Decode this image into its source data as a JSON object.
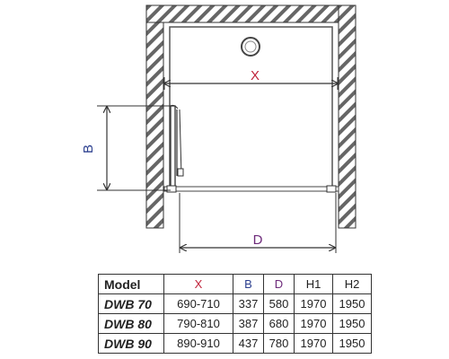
{
  "diagram": {
    "labels": {
      "x": "X",
      "b": "B",
      "d": "D"
    },
    "colors": {
      "x": "#c0243b",
      "b": "#2c3f8f",
      "d": "#6d2a7a",
      "line": "#333333"
    }
  },
  "table": {
    "headers": [
      "Model",
      "X",
      "B",
      "D",
      "H1",
      "H2"
    ],
    "rows": [
      [
        "DWB 70",
        "690-710",
        "337",
        "580",
        "1970",
        "1950"
      ],
      [
        "DWB 80",
        "790-810",
        "387",
        "680",
        "1970",
        "1950"
      ],
      [
        "DWB 90",
        "890-910",
        "437",
        "780",
        "1970",
        "1950"
      ]
    ]
  }
}
